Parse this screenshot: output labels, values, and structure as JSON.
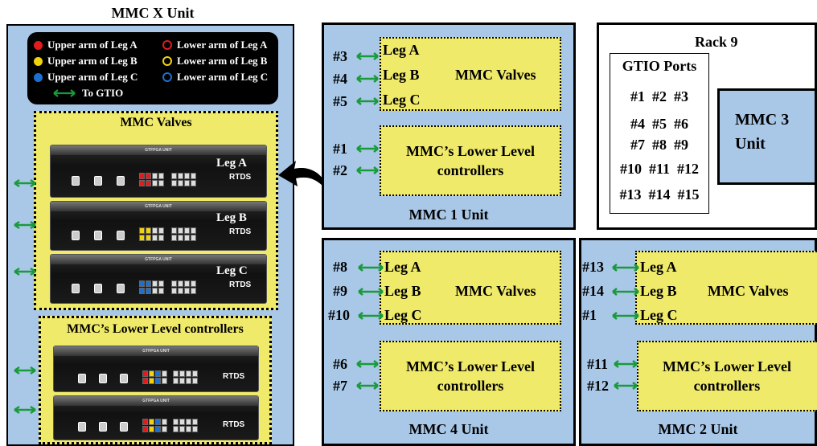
{
  "left_panel": {
    "title": "MMC X Unit",
    "legend": {
      "upper_a": "Upper arm of Leg  A",
      "lower_a": "Lower arm of Leg A",
      "upper_b": "Upper arm of Leg  B",
      "lower_b": "Lower arm of Leg  B",
      "upper_c": "Upper arm of  Leg C",
      "lower_c": "Lower arm of Leg C",
      "to_gtio": "To GTIO"
    },
    "valves_title": "MMC Valves",
    "controllers_title": "MMC’s Lower Level controllers",
    "device_name": "GTFPGA UNIT",
    "brand": "RTDS",
    "legs": [
      "Leg A",
      "Leg B",
      "Leg C"
    ]
  },
  "colors": {
    "unit_blue": "#a9c8e8",
    "yellow": "#f0ea6a",
    "arrow_green": "#1a9a3a",
    "red": "#e21c1c",
    "leg_yellow": "#f2d20c",
    "leg_blue": "#1d6fd0"
  },
  "mmc1": {
    "title": "MMC 1 Unit",
    "valves_title": "MMC Valves",
    "controllers_title_1": "MMC’s Lower Level",
    "controllers_title_2": "controllers",
    "legs": [
      "Leg A",
      "Leg B",
      "Leg C"
    ],
    "valve_ports": [
      "#3",
      "#4",
      "#5"
    ],
    "controller_ports": [
      "#1",
      "#2"
    ]
  },
  "mmc4": {
    "title": "MMC 4 Unit",
    "valves_title": "MMC Valves",
    "controllers_title_1": "MMC’s Lower Level",
    "controllers_title_2": "controllers",
    "legs": [
      "Leg A",
      "Leg B",
      "Leg C"
    ],
    "valve_ports": [
      "#8",
      "#9",
      "#10"
    ],
    "controller_ports": [
      "#6",
      "#7"
    ]
  },
  "mmc2": {
    "title": "MMC 2 Unit",
    "valves_title": "MMC Valves",
    "controllers_title_1": "MMC’s Lower Level",
    "controllers_title_2": "controllers",
    "legs": [
      "Leg A",
      "Leg B",
      "Leg C"
    ],
    "valve_ports": [
      "#13",
      "#14",
      "#1"
    ],
    "controller_ports": [
      "#11",
      "#12"
    ]
  },
  "rack": {
    "title": "Rack 9",
    "gtio_title": "GTIO Ports",
    "rows": [
      "#1  #2  #3",
      "#4  #5  #6",
      "#7  #8  #9",
      "#10  #11  #12",
      "#13  #14  #15"
    ],
    "mmc3_line1": "MMC 3",
    "mmc3_line2": "Unit"
  }
}
